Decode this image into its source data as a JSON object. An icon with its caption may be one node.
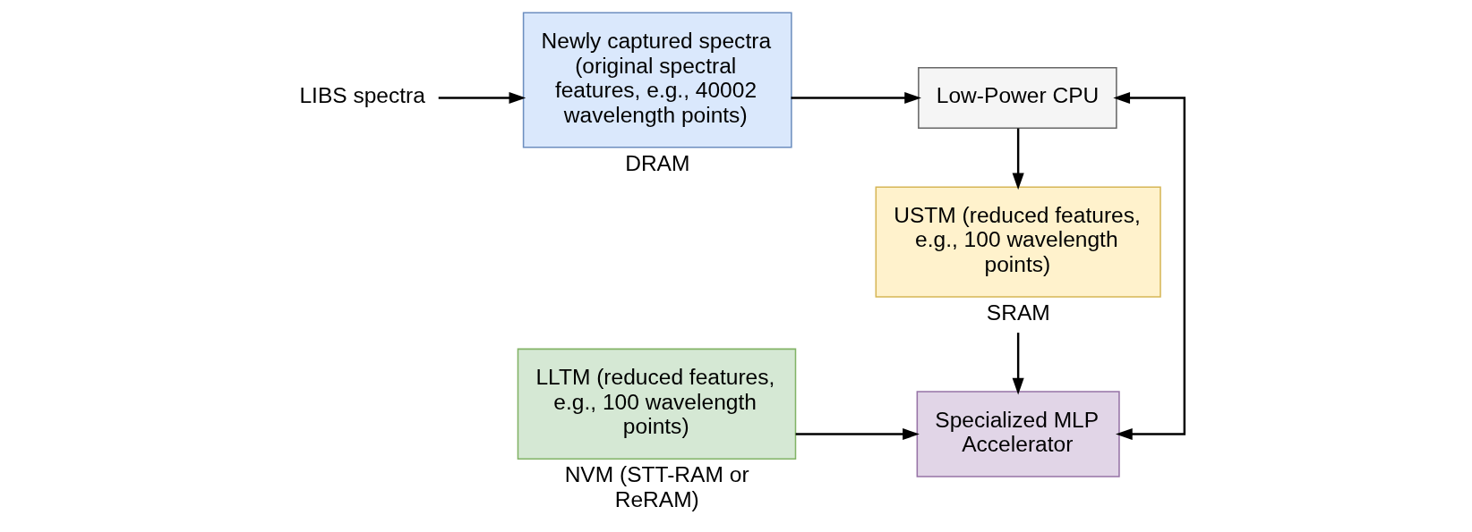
{
  "diagram": {
    "nodes": [
      {
        "text": [
          "LIBS spectra"
        ]
      },
      {
        "text": [
          "Newly captured spectra (original spectral features, e.g., 40002 wavelength points)"
        ],
        "beside": [
          "DRAM"
        ]
      },
      {
        "text": [
          "Low-Power CPU"
        ]
      },
      {
        "text": [
          "Specialized MLP Accelerator"
        ]
      },
      {
        "text": [
          "USTM (reduced features, e.g., 100 wavelength points)"
        ],
        "beside": [
          "SRAM"
        ]
      },
      {
        "text": [
          "LLTM (reduced features, e.g., 100 wavelength points)"
        ],
        "beside": [
          "NVM (STT-RAM or ReRAM)"
        ]
      }
    ],
    "edges": [
      {
        "from": 0,
        "to": 1,
        "arrow": "to"
      },
      {
        "from": 1,
        "to": 2,
        "arrow": "to"
      },
      {
        "from": 2,
        "to": 4,
        "arrow": "to"
      },
      {
        "from": 2,
        "to": 3,
        "arrow": "both"
      },
      {
        "from": 4,
        "to": 3,
        "arrow": "to"
      },
      {
        "from": 5,
        "to": 3,
        "arrow": "to"
      }
    ]
  }
}
